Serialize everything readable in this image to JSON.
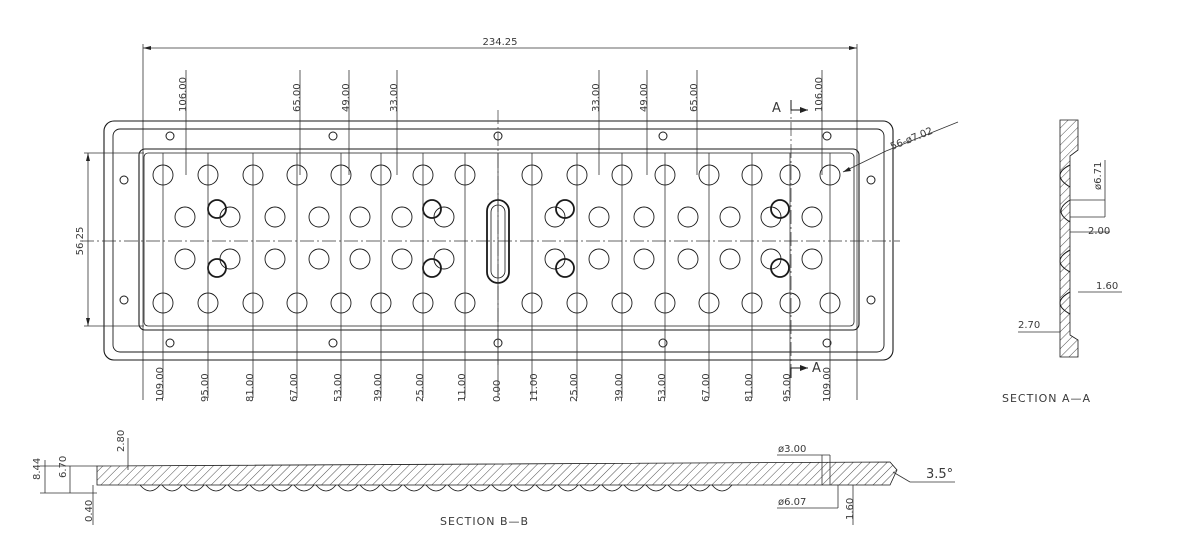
{
  "overall_width": "234.25",
  "height_dim": "56.25",
  "hole_note": "56-ø7.02",
  "top_dims": [
    "106.00",
    "65.00",
    "49.00",
    "33.00",
    "33.00",
    "49.00",
    "65.00",
    "106.00"
  ],
  "bottom_dims": [
    "109.00",
    "95.00",
    "81.00",
    "67.00",
    "53.00",
    "39.00",
    "25.00",
    "11.00",
    "0.00",
    "11.00",
    "25.00",
    "39.00",
    "53.00",
    "67.00",
    "81.00",
    "95.00",
    "109.00"
  ],
  "section_aa": {
    "marker": "A",
    "title": "SECTION  A—A",
    "dims": [
      "ø6.71",
      "2.00",
      "1.60",
      "2.70"
    ]
  },
  "section_bb": {
    "title": "SECTION  B—B",
    "left_dims": [
      "8.44",
      "6.70",
      "2.80",
      "0.40"
    ],
    "right_dims": [
      "ø3.00",
      "ø6.07",
      "1.60"
    ],
    "angle": "3.5°"
  }
}
